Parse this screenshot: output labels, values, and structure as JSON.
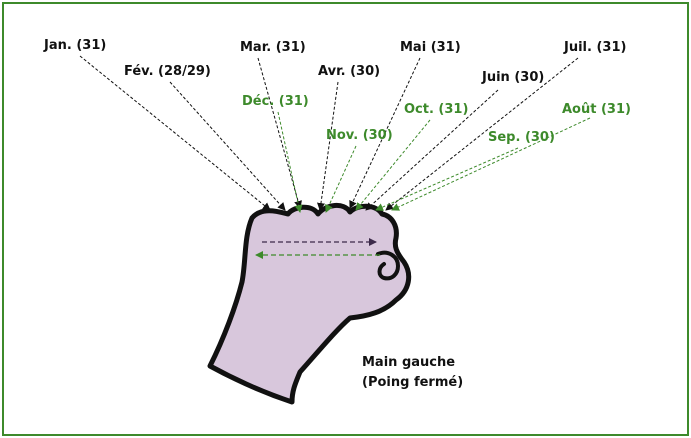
{
  "months": [
    {
      "key": "jan",
      "label": "Jan. (31)",
      "color": "#111111"
    },
    {
      "key": "fev",
      "label": "Fév. (28/29)",
      "color": "#111111"
    },
    {
      "key": "mar",
      "label": "Mar. (31)",
      "color": "#111111"
    },
    {
      "key": "avr",
      "label": "Avr. (30)",
      "color": "#111111"
    },
    {
      "key": "mai",
      "label": "Mai (31)",
      "color": "#111111"
    },
    {
      "key": "juin",
      "label": "Juin (30)",
      "color": "#111111"
    },
    {
      "key": "juil",
      "label": "Juil. (31)",
      "color": "#111111"
    },
    {
      "key": "aout",
      "label": "Août (31)",
      "color": "#3d8a2b"
    },
    {
      "key": "sep",
      "label": "Sep. (30)",
      "color": "#3d8a2b"
    },
    {
      "key": "oct",
      "label": "Oct. (31)",
      "color": "#3d8a2b"
    },
    {
      "key": "nov",
      "label": "Nov. (30)",
      "color": "#3d8a2b"
    },
    {
      "key": "dec",
      "label": "Déc. (31)",
      "color": "#3d8a2b"
    }
  ],
  "caption": {
    "line1": "Main gauche",
    "line2": "(Poing fermé)"
  },
  "colors": {
    "border": "#3d8a2b",
    "hand_fill": "#d8c7dc",
    "black_text": "#111111",
    "green_text": "#3d8a2b"
  }
}
